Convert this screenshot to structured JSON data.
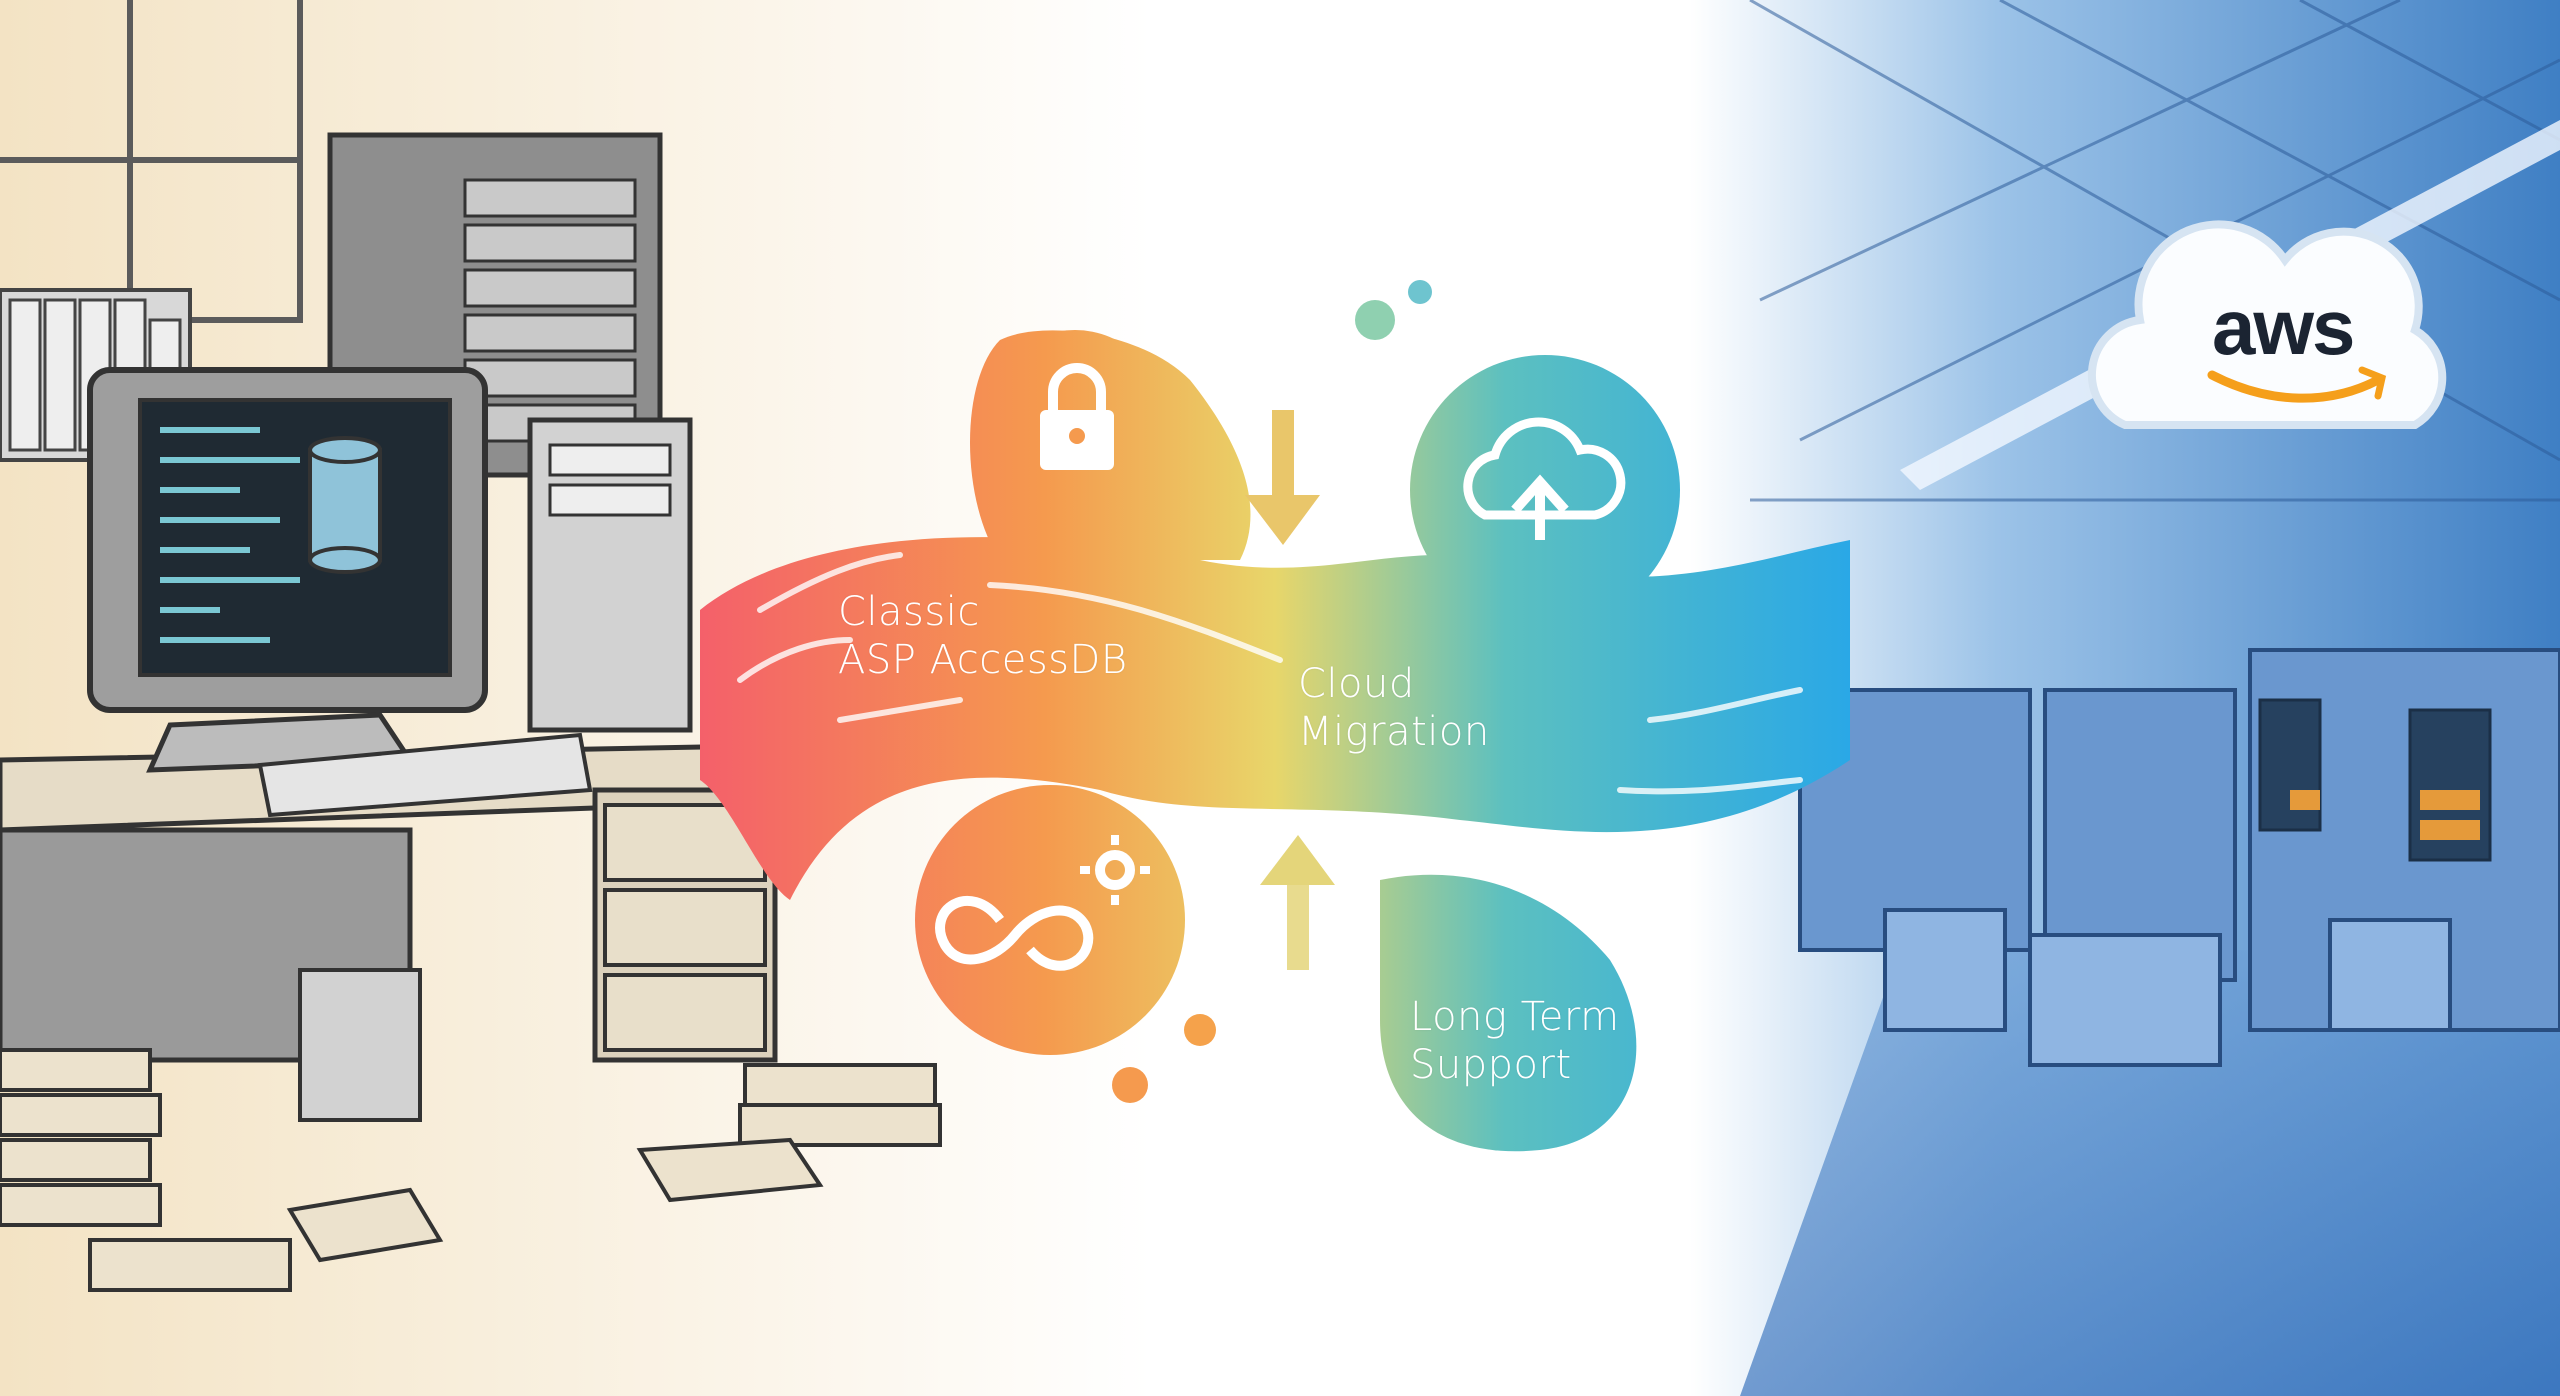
{
  "flow_labels": {
    "source": [
      "Classic",
      "ASP AccessDB"
    ],
    "middle": [
      "Cloud",
      "Migration"
    ],
    "support": [
      "Long Term",
      "Support"
    ]
  },
  "logo": {
    "text": "aws"
  },
  "icons": [
    "lock-icon",
    "cloud-upload-icon",
    "infinity-gear-icon",
    "arrow-down-icon",
    "arrow-up-icon"
  ],
  "colors": {
    "legacy_bg": "#f6ead2",
    "flow_red": "#f4606a",
    "flow_orange": "#f59a4e",
    "flow_yellow": "#e8d66a",
    "flow_teal": "#5cc0c0",
    "flow_blue": "#2aa8e6",
    "datacenter_blue": "#4f86c8",
    "aws_orange": "#f59f1b"
  }
}
